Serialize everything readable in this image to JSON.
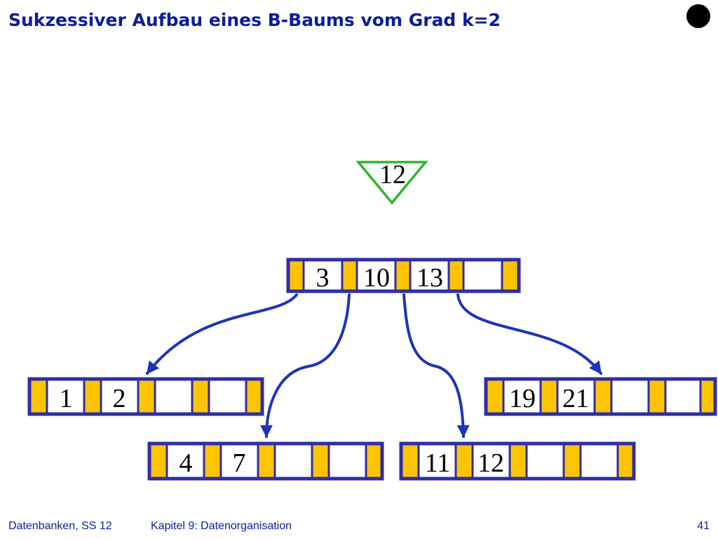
{
  "slide": {
    "title": "Sukzessiver Aufbau eines B-Baums vom Grad k=2",
    "footer_course": "Datenbanken, SS 12",
    "footer_chapter": "Kapitel 9: Datenorganisation",
    "page_number": "41"
  },
  "insert_indicator": {
    "key": "12"
  },
  "nodes": {
    "root": [
      "3",
      "10",
      "13",
      "",
      ""
    ],
    "leaf_1": [
      "1",
      "2",
      "",
      "",
      ""
    ],
    "leaf_2": [
      "4",
      "7",
      "",
      "",
      ""
    ],
    "leaf_3": [
      "11",
      "12",
      "",
      "",
      ""
    ],
    "leaf_4": [
      "19",
      "21",
      "",
      "",
      ""
    ]
  },
  "colors": {
    "title": "#0b1d9c",
    "node_border": "#2e2ea8",
    "pointer_slot": "#ffc400",
    "arrow": "#1f34b8",
    "indicator": "#2fb52f"
  }
}
